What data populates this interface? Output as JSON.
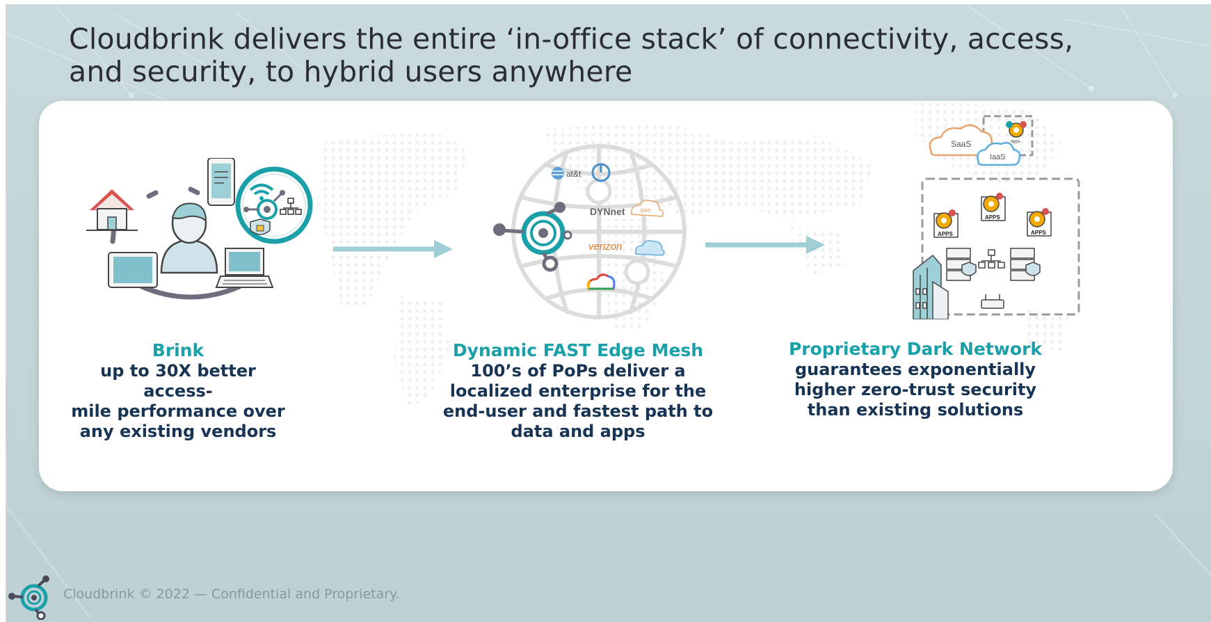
{
  "slide": {
    "title_line1": "Cloudbrink delivers the entire ‘in-office stack’ of connectivity, access,",
    "title_line2": "and security, to hybrid users anywhere"
  },
  "columns": [
    {
      "heading": "Brink",
      "body_lines": [
        "up to 30X better access-",
        "mile performance over",
        "any existing vendors"
      ]
    },
    {
      "heading": "Dynamic FAST Edge Mesh",
      "body_lines": [
        "100’s of PoPs deliver a",
        "localized enterprise for the",
        "end-user and fastest path to",
        "data and apps"
      ]
    },
    {
      "heading": "Proprietary Dark Network",
      "body_lines": [
        "guarantees exponentially",
        "higher zero-trust security",
        "than existing solutions"
      ]
    }
  ],
  "globe_labels": {
    "att": "at&t",
    "dynet": "DYNnet",
    "verizon": "verizon",
    "aws": "aws"
  },
  "cloud_labels": {
    "saas": "SaaS",
    "iaas": "IaaS",
    "apps_small": "Apps"
  },
  "apps_label": "APPS",
  "footer": {
    "text": "Cloudbrink © 2022 — Confidential and Proprietary."
  },
  "colors": {
    "accent_teal": "#1aa0a8",
    "navy": "#173454",
    "arrow": "#9fcfd4",
    "background": "#c6d8db"
  }
}
